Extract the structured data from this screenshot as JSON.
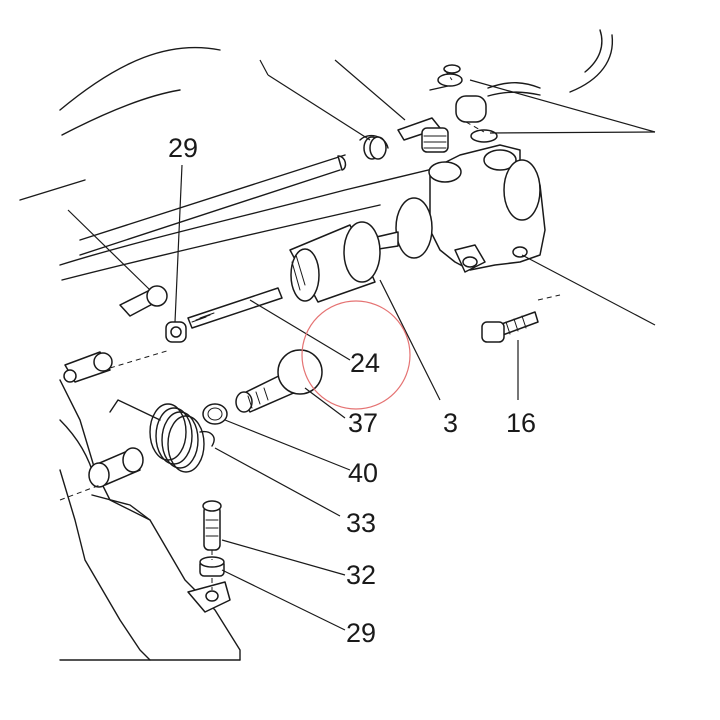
{
  "callouts": {
    "c29_top": "29",
    "c24": "24",
    "c37": "37",
    "c3": "3",
    "c16": "16",
    "c40": "40",
    "c33": "33",
    "c32": "32",
    "c29_bottom": "29"
  },
  "colors": {
    "ink": "#1a1a1a",
    "highlight_circle": "#e57373"
  }
}
